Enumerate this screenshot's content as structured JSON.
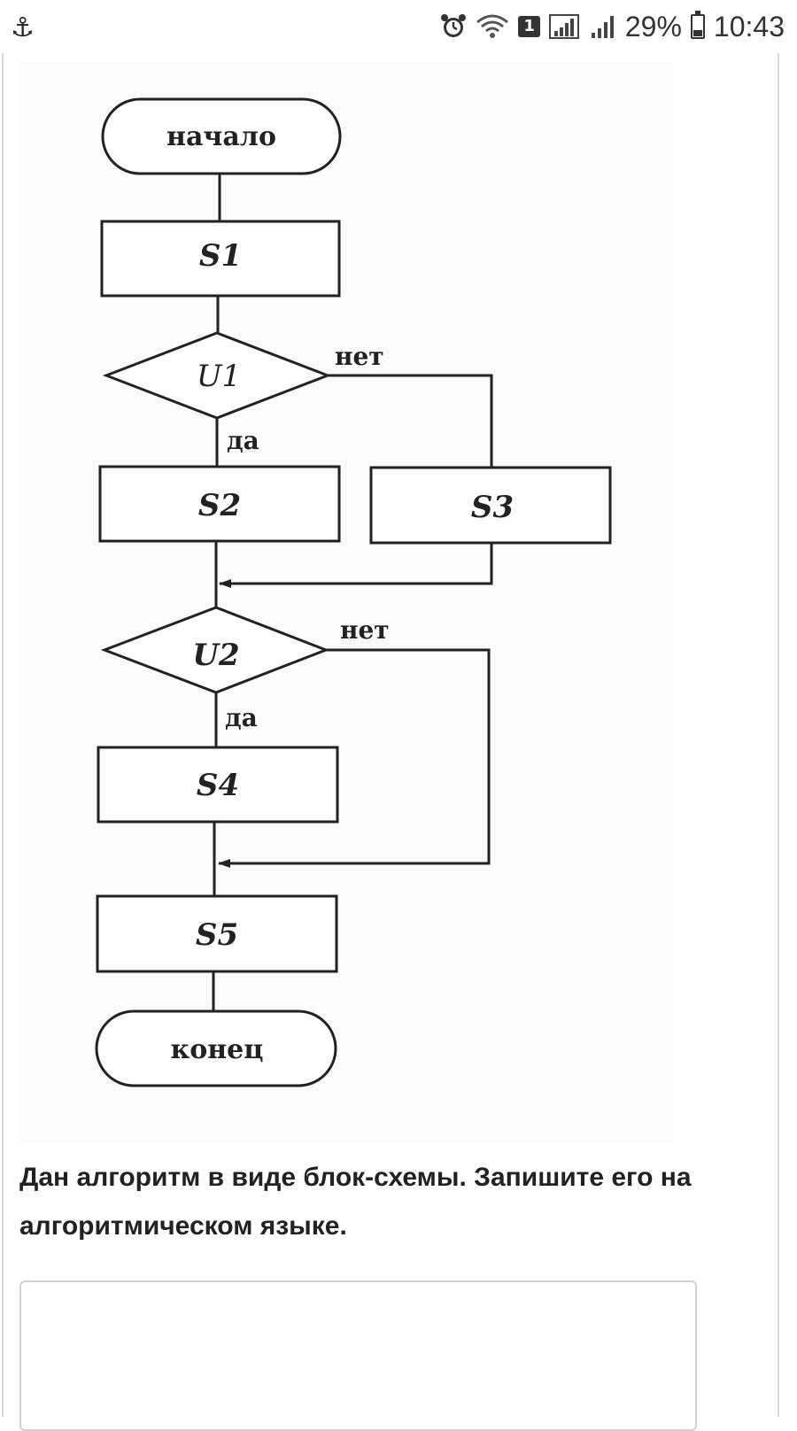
{
  "status_bar": {
    "left_icon": "usb-anchor-icon",
    "sim_number": "1",
    "battery_percent": "29%",
    "battery_level": 0.29,
    "time": "10:43"
  },
  "diagram": {
    "start": "начало",
    "end": "конец",
    "s1": "S1",
    "s2": "S2",
    "s3": "S3",
    "s4": "S4",
    "s5": "S5",
    "u1": "U1",
    "u2": "U2",
    "yes": "да",
    "no": "нет"
  },
  "question": {
    "text": "Дан алгоритм в виде блок-схемы. Запишите его на алгоритмическом языке."
  },
  "answer": {
    "value": "",
    "placeholder": ""
  }
}
